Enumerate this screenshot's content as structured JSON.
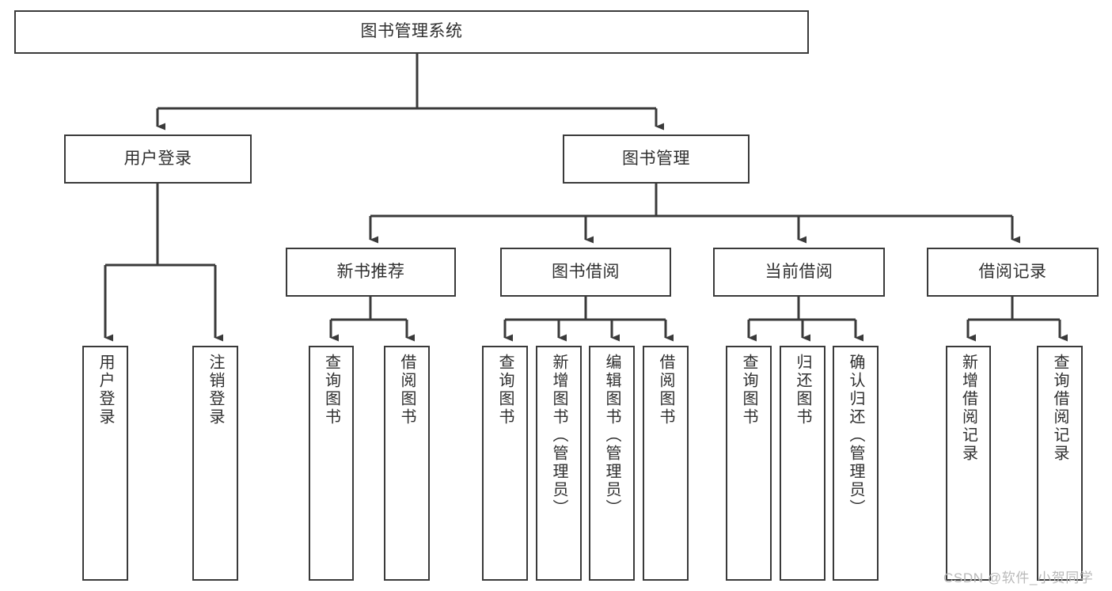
{
  "diagram": {
    "title": "图书管理系统",
    "type": "functional-structure-tree",
    "watermark": "CSDN @软件_小贺同学",
    "colors": {
      "box_border": "#3a3a3a",
      "box_fill": "#ffffff",
      "connector": "#3a3a3a",
      "text": "#2f2f2f",
      "watermark": "#b9b9b9",
      "background": "#ffffff"
    },
    "root": {
      "label": "图书管理系统",
      "orientation": "horizontal"
    },
    "level2": [
      {
        "label": "用户登录",
        "orientation": "horizontal"
      },
      {
        "label": "图书管理",
        "orientation": "horizontal"
      }
    ],
    "level3": [
      {
        "label": "新书推荐",
        "orientation": "horizontal"
      },
      {
        "label": "图书借阅",
        "orientation": "horizontal"
      },
      {
        "label": "当前借阅",
        "orientation": "horizontal"
      },
      {
        "label": "借阅记录",
        "orientation": "horizontal"
      }
    ],
    "leaves": {
      "user_login": [
        {
          "label": "用户登录",
          "orientation": "vertical"
        },
        {
          "label": "注销登录",
          "orientation": "vertical"
        }
      ],
      "new_book_recommend": [
        {
          "label": "查询图书",
          "orientation": "vertical"
        },
        {
          "label": "借阅图书",
          "orientation": "vertical"
        }
      ],
      "book_borrow": [
        {
          "label": "查询图书",
          "orientation": "vertical"
        },
        {
          "label": "新增图书（管理员）",
          "orientation": "vertical"
        },
        {
          "label": "编辑图书（管理员）",
          "orientation": "vertical"
        },
        {
          "label": "借阅图书",
          "orientation": "vertical"
        }
      ],
      "current_borrow": [
        {
          "label": "查询图书",
          "orientation": "vertical"
        },
        {
          "label": "归还图书",
          "orientation": "vertical"
        },
        {
          "label": "确认归还（管理员）",
          "orientation": "vertical"
        }
      ],
      "borrow_record": [
        {
          "label": "新增借阅记录",
          "orientation": "vertical"
        },
        {
          "label": "查询借阅记录",
          "orientation": "vertical"
        }
      ]
    }
  }
}
